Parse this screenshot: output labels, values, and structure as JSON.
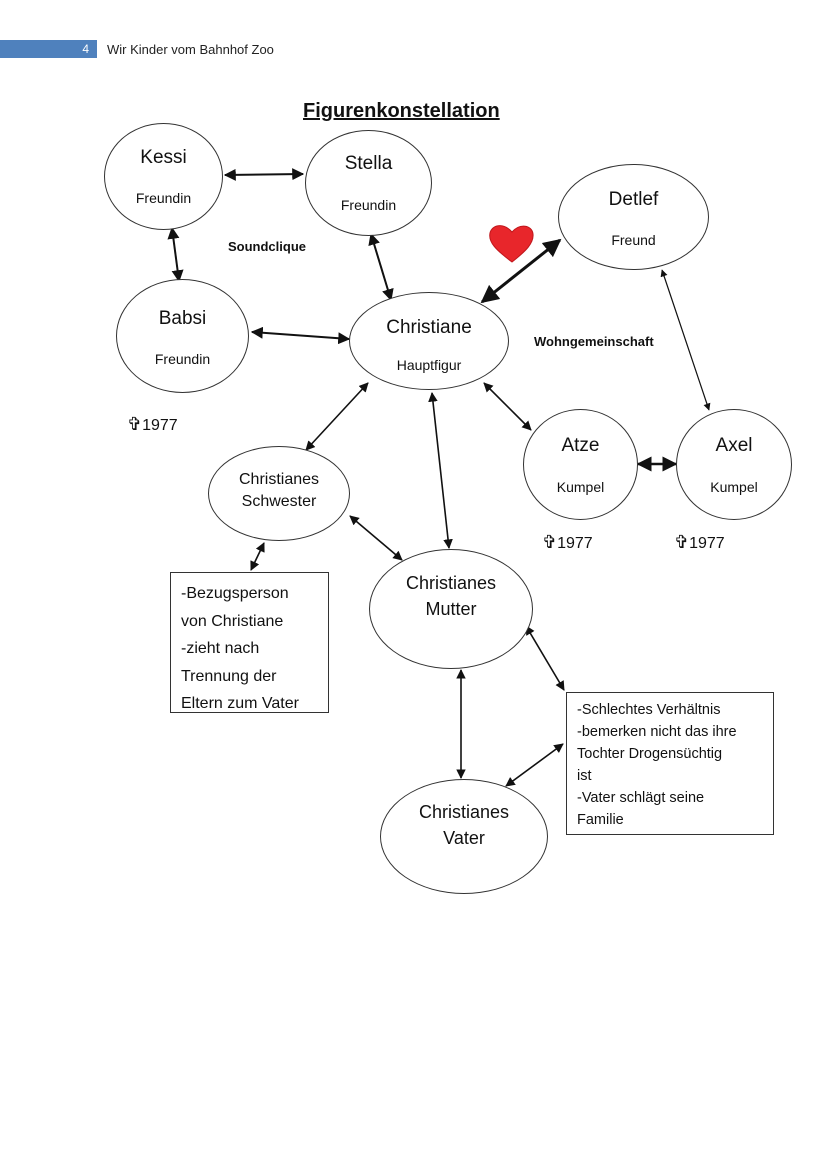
{
  "header": {
    "page_number": "4",
    "title": "Wir Kinder vom Bahnhof Zoo"
  },
  "diagram": {
    "title": "Figurenkonstellation",
    "nodes": {
      "kessi": {
        "name": "Kessi",
        "role": "Freundin"
      },
      "stella": {
        "name": "Stella",
        "role": "Freundin"
      },
      "detlef": {
        "name": "Detlef",
        "role": "Freund"
      },
      "babsi": {
        "name": "Babsi",
        "role": "Freundin"
      },
      "christiane": {
        "name": "Christiane",
        "role": "Hauptfigur"
      },
      "atze": {
        "name": "Atze",
        "role": "Kumpel"
      },
      "axel": {
        "name": "Axel",
        "role": "Kumpel"
      },
      "schwester": {
        "line1": "Christianes",
        "line2": "Schwester"
      },
      "mutter": {
        "line1": "Christianes",
        "line2": "Mutter"
      },
      "vater": {
        "line1": "Christianes",
        "line2": "Vater"
      }
    },
    "labels": {
      "soundclique": "Soundclique",
      "wohngemeinschaft": "Wohngemeinschaft"
    },
    "deaths": {
      "cross": "✞",
      "babsi": "1977",
      "atze": "1977",
      "axel": "1977"
    },
    "notes": {
      "schwester": [
        "-Bezugsperson",
        "von Christiane",
        "-zieht nach",
        "Trennung der",
        "Eltern zum Vater"
      ],
      "eltern": [
        "-Schlechtes Verhältnis",
        "-bemerken nicht das ihre",
        "Tochter Drogensüchtig",
        "ist",
        "-Vater schlägt seine",
        "Familie"
      ]
    },
    "colors": {
      "heart": "#e8262b",
      "header_bar": "#4f81bd"
    }
  }
}
